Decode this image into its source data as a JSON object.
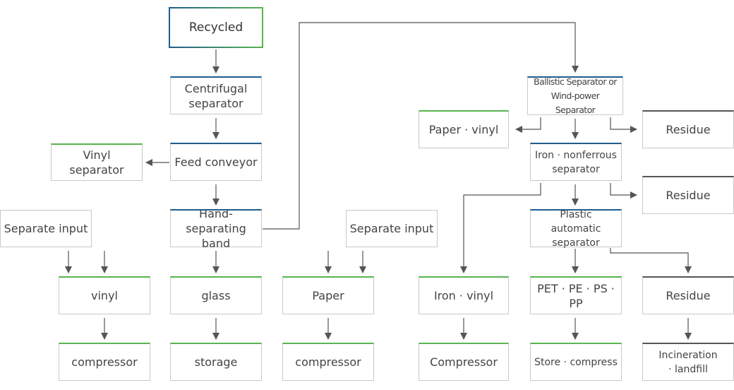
{
  "nodes": {
    "recycled": "Recycled",
    "centrifugal_1": "Centrifugal",
    "centrifugal_2": "separator",
    "feed_conveyor": "Feed conveyor",
    "vinyl_separator": "Vinyl separator",
    "hand_1": "Hand-separating",
    "hand_2": "band",
    "separate_input_left": "Separate input",
    "separate_input_mid": "Separate input",
    "vinyl": "vinyl",
    "glass": "glass",
    "paper": "Paper",
    "compressor_1": "compressor",
    "storage": "storage",
    "compressor_2": "compressor",
    "ballistic_1": "Ballistic Separator or",
    "ballistic_2": "Wind-power Separator",
    "paper_vinyl": "Paper · vinyl",
    "residue_1": "Residue",
    "iron_nf_1": "Iron · nonferrous",
    "iron_nf_2": "separator",
    "residue_2": "Residue",
    "plastic_1": "Plastic automatic",
    "plastic_2": "separator",
    "iron_vinyl": "Iron · vinyl",
    "pet": "PET · PE · PS · PP",
    "residue_3": "Residue",
    "compressor_3": "Compressor",
    "store_compress": "Store · compress",
    "incineration_1": "Incineration",
    "incineration_2": "· landfill"
  },
  "colors": {
    "green_accent": "#5ab44f",
    "blue_accent": "#1f5d8e",
    "dark_accent": "#555555",
    "border": "#c9c9c9",
    "arrow": "#555555"
  }
}
